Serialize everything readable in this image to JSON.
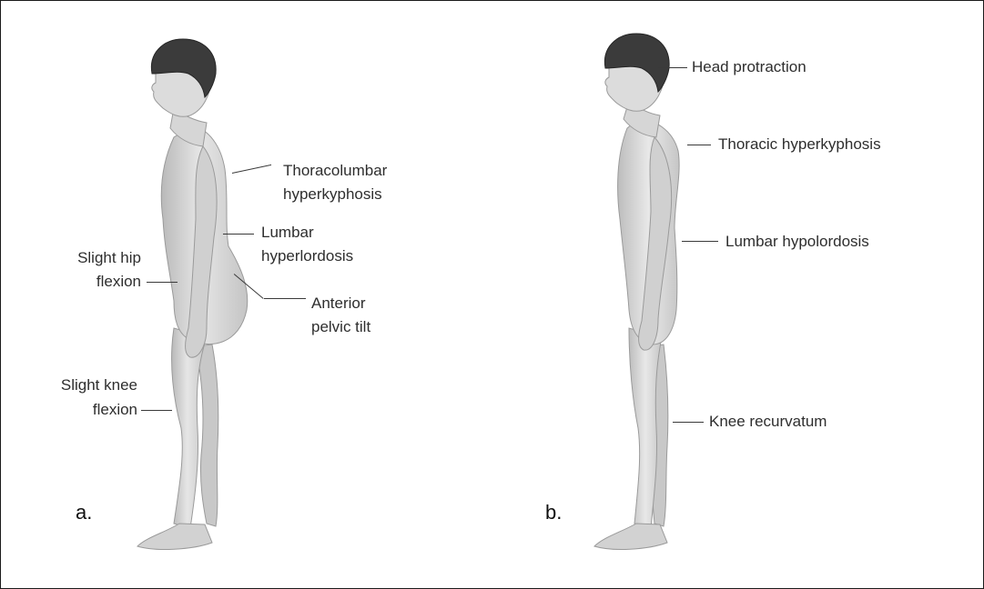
{
  "panel_a": {
    "letter": "a.",
    "labels": {
      "thoracolumbar_1": "Thoracolumbar",
      "thoracolumbar_2": "hyperkyphosis",
      "lumbar_1": "Lumbar",
      "lumbar_2": "hyperlordosis",
      "hip_1": "Slight hip",
      "hip_2": "flexion",
      "pelvic_1": "Anterior",
      "pelvic_2": "pelvic tilt",
      "knee_1": "Slight knee",
      "knee_2": "flexion"
    }
  },
  "panel_b": {
    "letter": "b.",
    "labels": {
      "head": "Head protraction",
      "thoracic": "Thoracic hyperkyphosis",
      "lumbar": "Lumbar hypolordosis",
      "knee": "Knee recurvatum"
    }
  },
  "colors": {
    "skin": "#d9d9d9",
    "hair": "#3b3b3b",
    "text": "#2e2e2e",
    "border": "#1a1a1a"
  }
}
